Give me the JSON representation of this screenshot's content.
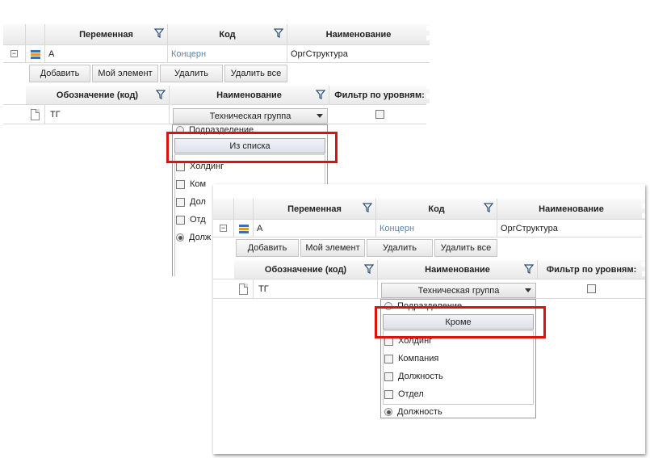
{
  "outer_grid": {
    "columns": [
      "Переменная",
      "Код",
      "Наименование"
    ],
    "row": {
      "variable": "А",
      "code": "Концерн",
      "name": "ОргСтруктура"
    },
    "toolbar": [
      "Добавить",
      "Мой элемент",
      "Удалить",
      "Удалить все"
    ]
  },
  "inner_grid": {
    "columns": [
      "Обозначение (код)",
      "Наименование",
      "Фильтр по уровням:"
    ],
    "row": {
      "designation": "ТГ",
      "name_value": "Техническая группа"
    }
  },
  "dropdown": {
    "radio_top": "Подразделение",
    "checkboxes": [
      "Холдинг",
      "Компания",
      "Должность",
      "Отдел"
    ],
    "radio_bottom": "Должность"
  },
  "shot1": {
    "highlight": "Из списка",
    "checkboxes_visible": [
      "Холдинг",
      "Ком",
      "Дол",
      "Отд"
    ],
    "radio_bottom_visible": "Долж"
  },
  "shot2": {
    "highlight": "Кроме"
  },
  "colors": {
    "highlight_border": "#e01010",
    "link": "#5b86b0"
  }
}
